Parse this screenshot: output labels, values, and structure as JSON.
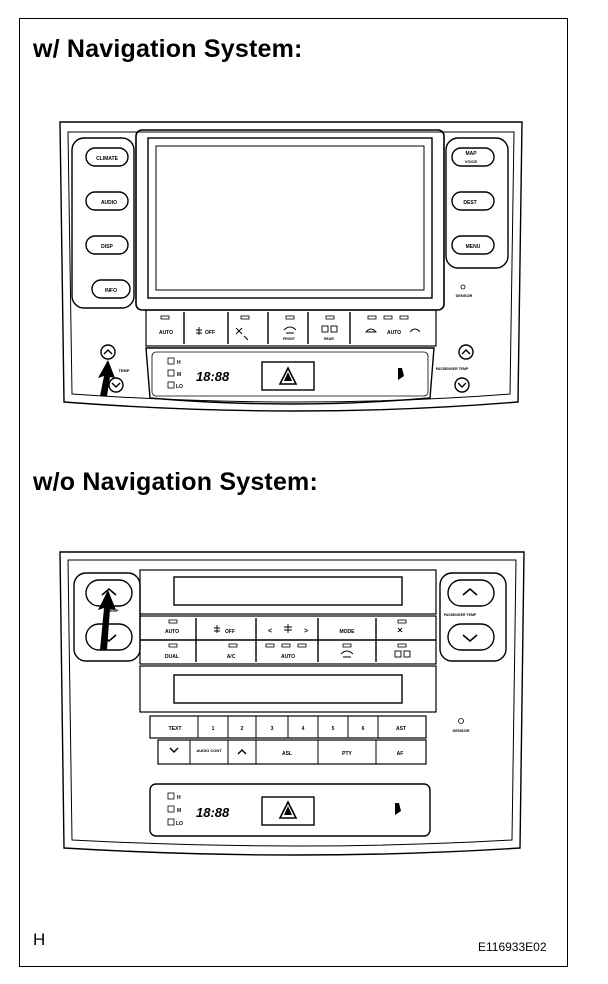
{
  "headings": {
    "with_nav": "w/ Navigation System:",
    "without_nav": "w/o Navigation System:"
  },
  "nav_panel": {
    "left_buttons": [
      "CLIMATE",
      "AUDIO",
      "DISP",
      "INFO"
    ],
    "right_buttons": [
      "MAP",
      "DEST",
      "MENU"
    ],
    "map_sub": "VOICE",
    "sensor_label": "SENSOR",
    "hvac_buttons": [
      "AUTO",
      "OFF",
      "FRONT",
      "REAR",
      "AUTO"
    ],
    "temp_label": "TEMP",
    "passenger_temp_label": "PASSENGER TEMP",
    "fan_levels": [
      "H",
      "M",
      "LO"
    ],
    "clock": "18:88"
  },
  "non_nav_panel": {
    "temp_label": "TEMP",
    "passenger_temp_label": "PASSENGER TEMP",
    "row1": [
      "AUTO",
      "OFF",
      "<",
      ">",
      "MODE"
    ],
    "row2": [
      "DUAL",
      "A/C",
      "AUTO"
    ],
    "presets": [
      "TEXT",
      "1",
      "2",
      "3",
      "4",
      "5",
      "6",
      "AST"
    ],
    "bottom_row": [
      "AUDIO CONT",
      "ASL",
      "PTY",
      "AF"
    ],
    "sensor_label": "SENSOR",
    "fan_levels": [
      "H",
      "M",
      "LO"
    ],
    "clock": "18:88"
  },
  "footer": {
    "letter": "H",
    "code": "E116933E02"
  }
}
